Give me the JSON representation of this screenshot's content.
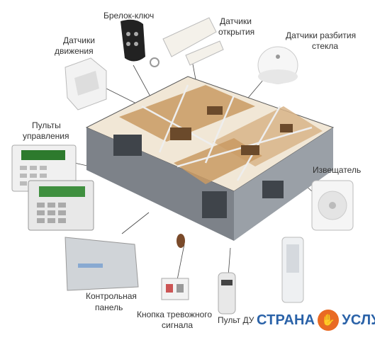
{
  "labels": {
    "keyfob": "Брелок-ключ",
    "door_sensors_1": "Датчики",
    "door_sensors_2": "открытия",
    "glass_sensors_1": "Датчики разбития",
    "glass_sensors_2": "стекла",
    "motion_sensors_1": "Датчики",
    "motion_sensors_2": "движения",
    "control_panels_1": "Пульты",
    "control_panels_2": "управления",
    "siren": "Извещатель",
    "control_unit_1": "Контрольная",
    "control_unit_2": "панель",
    "panic_button_1": "Кнопка тревожного",
    "panic_button_2": "сигнала",
    "remote": "Пульт ДУ"
  },
  "brand": {
    "left": "СТРАНА",
    "right": "УСЛУГ"
  },
  "colors": {
    "brand_blue": "#2a62a8",
    "brand_orange": "#e96a23",
    "house_wall": "#8a8f96",
    "floor": "#c99a63"
  }
}
